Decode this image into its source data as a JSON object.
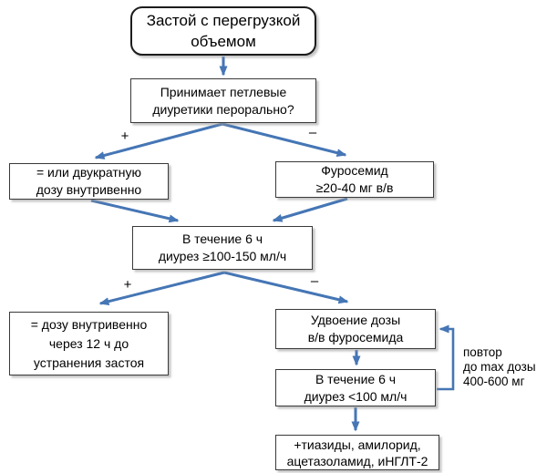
{
  "diagram": {
    "nodes": {
      "start": {
        "lines": [
          "Застой с перегрузкой",
          "объемом"
        ]
      },
      "question_oral": {
        "lines": [
          "Принимает петлевые",
          "диуретики перорально?"
        ]
      },
      "equal_double_iv": {
        "lines": [
          "= или двукратную",
          "дозу внутривенно"
        ]
      },
      "furosemide_iv": {
        "lines": [
          "Фуросемид",
          "≥20-40 мг в/в"
        ]
      },
      "diuresis_check": {
        "lines": [
          "В течение 6 ч",
          "диурез ≥100-150 мл/ч"
        ]
      },
      "same_dose_12h": {
        "lines": [
          "= дозу внутривенно",
          "через 12 ч до",
          "устранения застоя"
        ]
      },
      "double_dose": {
        "lines": [
          "Удвоение дозы",
          "в/в фуросемида"
        ]
      },
      "diuresis_low": {
        "lines": [
          "В течение 6 ч",
          "диурез <100 мл/ч"
        ]
      },
      "add_drugs": {
        "lines": [
          "+тиазиды, амилорид,",
          "ацетазоламид, иНГЛТ-2"
        ]
      }
    },
    "edge_labels": {
      "plus1": "+",
      "minus1": "–",
      "plus2": "+",
      "minus2": "–",
      "loop": {
        "lines": [
          "повтор",
          "до max дозы",
          "400-600 мг"
        ]
      }
    },
    "colors": {
      "arrow": "#4576b5",
      "box_border": "#3a3a3a",
      "box_fill": "#ffffff",
      "text": "#000000"
    }
  }
}
